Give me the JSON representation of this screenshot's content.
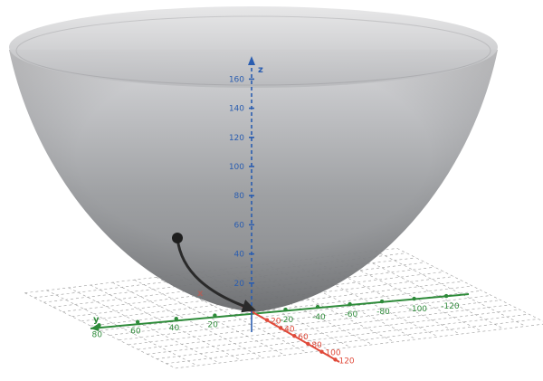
{
  "scene": {
    "surface": "paraboloid",
    "colors": {
      "surface_top": "#d6d6d8",
      "surface_bottom": "#7d7f83",
      "grid": "#9a9a9a",
      "x_axis": "#e04a3a",
      "y_axis": "#2e8b3a",
      "z_axis": "#2a5db0",
      "arrow": "#2a2a2a"
    },
    "axes": {
      "z": {
        "name": "z",
        "ticks": [
          "20",
          "40",
          "60",
          "80",
          "100",
          "120",
          "140",
          "160"
        ]
      },
      "y": {
        "name": "y",
        "ticks_positive": [
          "20",
          "40",
          "60",
          "80"
        ],
        "ticks_negative": [
          "-20",
          "-40",
          "-60",
          "-80",
          "-100",
          "-120"
        ]
      },
      "x": {
        "name": "x",
        "ticks": [
          "20",
          "40",
          "60",
          "80",
          "100",
          "120"
        ]
      }
    },
    "path": {
      "description_icon": "descent-arrow-icon"
    }
  }
}
